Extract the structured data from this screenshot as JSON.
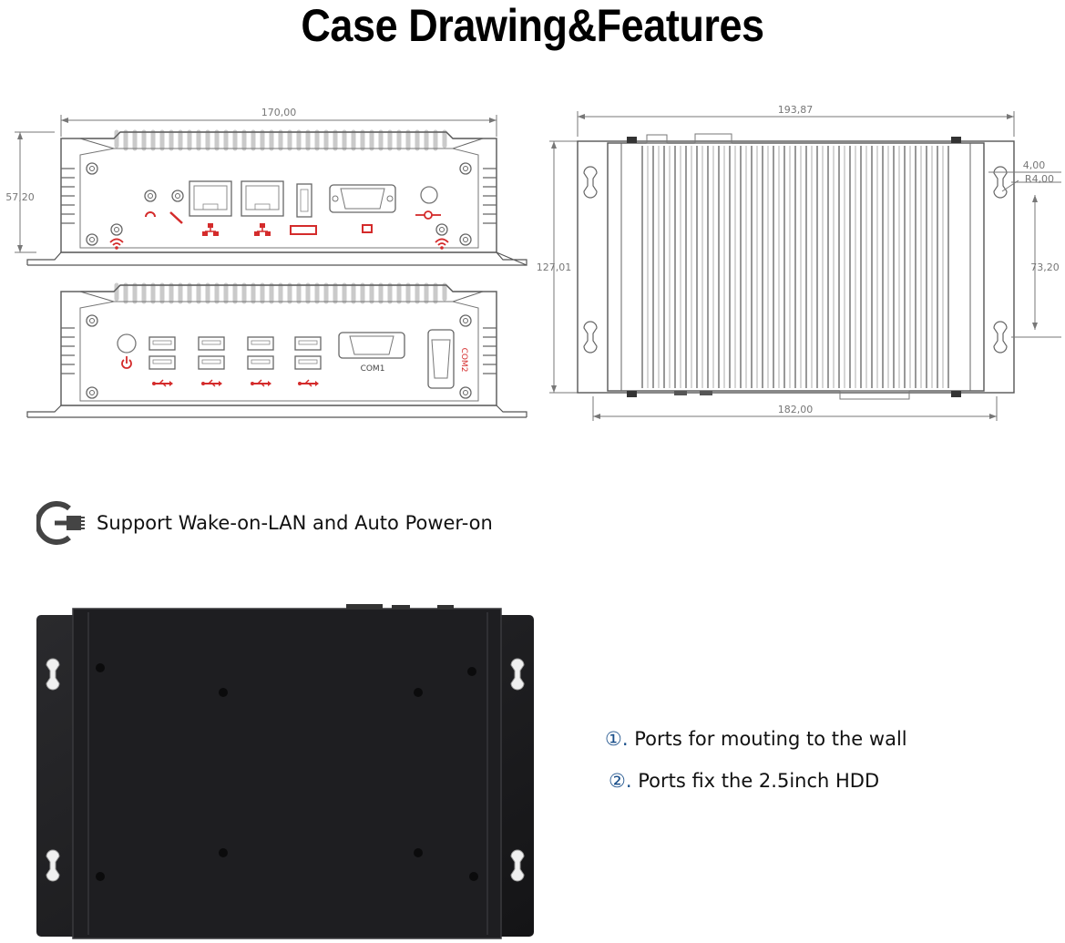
{
  "title": "Case Drawing&Features",
  "front_view": {
    "width_dim": "170,00",
    "height_dim": "57,20"
  },
  "rear_view": {
    "com1_label": "COM1",
    "com2_label": "COM2"
  },
  "top_view": {
    "top_dim": "193,87",
    "bottom_dim": "182,00",
    "height_dim": "127,01",
    "hole_spacing_dim": "73,20",
    "hole_offset_dim": "4,00",
    "hole_radius_dim": "R4,00"
  },
  "feature": {
    "icon": "power-lan-icon",
    "text": "Support Wake-on-LAN and Auto Power-on"
  },
  "notes": [
    {
      "num": "①.",
      "text": "Ports for mouting to the wall"
    },
    {
      "num": "②.",
      "text": "Ports fix the 2.5inch HDD"
    }
  ],
  "colors": {
    "port_icon_red": "#d42b2b",
    "case_black": "#1c1c1e",
    "line_gray": "#6a6a6a"
  }
}
